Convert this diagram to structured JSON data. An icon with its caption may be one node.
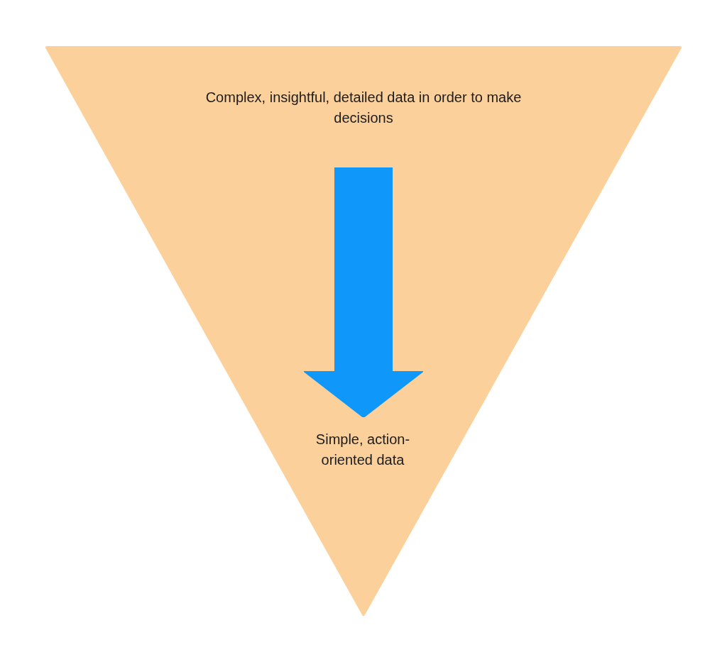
{
  "diagram": {
    "nodes": [
      {
        "text": [],
        "shape": "triangle"
      },
      {
        "text": [
          "Complex, insightful, detailed data in order to make decisions"
        ],
        "in": 0
      },
      {
        "text": [
          "Simple, action-oriented data"
        ],
        "in": 0
      }
    ],
    "edges": [
      {
        "from": 1,
        "to": 2,
        "arrow": "to",
        "color": "#0f98fa"
      }
    ]
  }
}
